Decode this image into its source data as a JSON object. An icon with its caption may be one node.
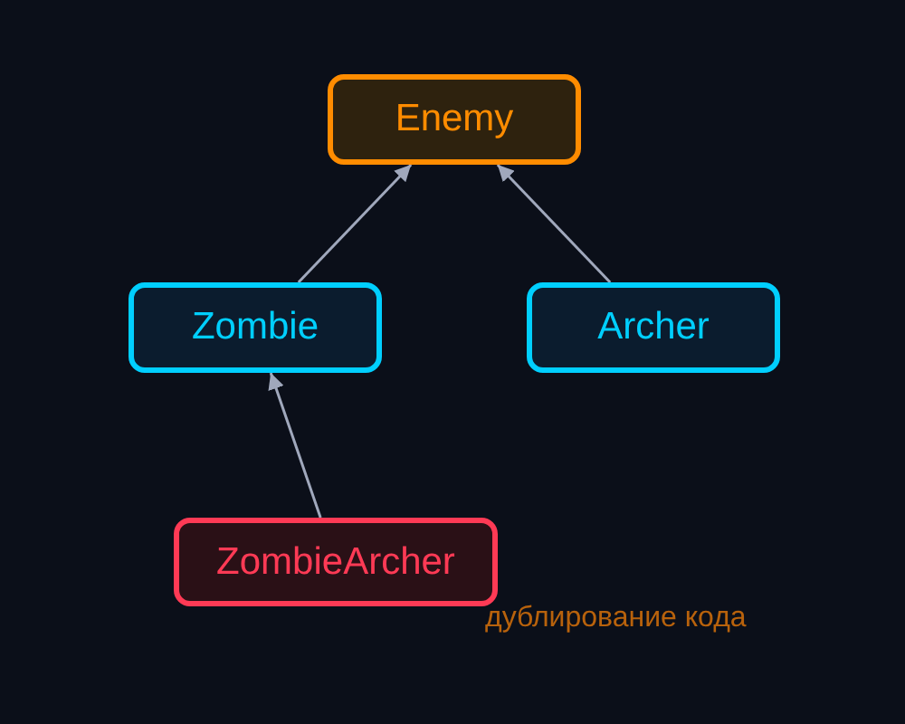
{
  "diagram": {
    "nodes": [
      {
        "text": [
          "Enemy"
        ]
      },
      {
        "text": [
          "Zombie"
        ]
      },
      {
        "text": [
          "Archer"
        ]
      },
      {
        "text": [
          "ZombieArcher"
        ],
        "beside": [
          "дублирование кода"
        ]
      }
    ],
    "edges": [
      {
        "from": 1,
        "to": 0,
        "arrow": "to"
      },
      {
        "from": 2,
        "to": 0,
        "arrow": "to"
      },
      {
        "from": 3,
        "to": 1,
        "arrow": "to"
      }
    ]
  }
}
